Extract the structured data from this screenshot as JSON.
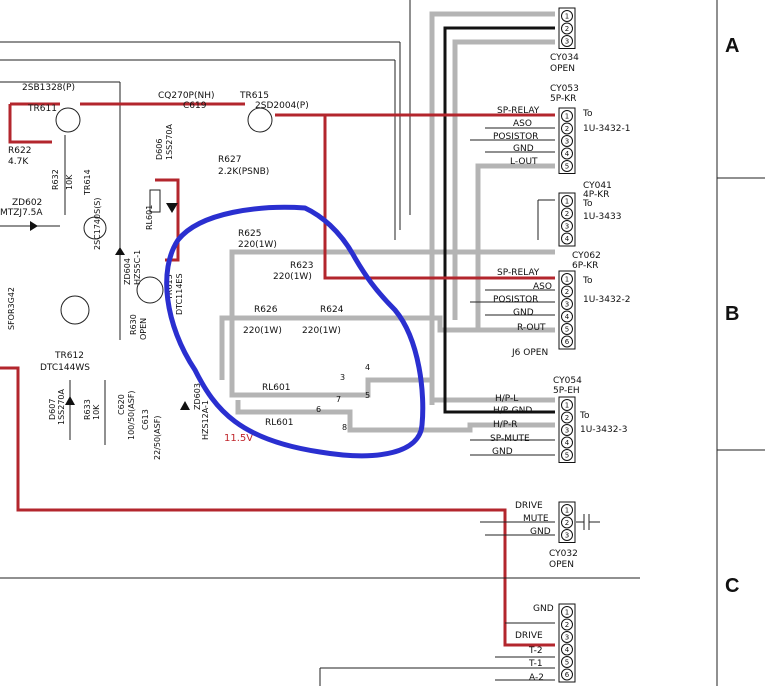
{
  "sections": [
    "A",
    "B",
    "C"
  ],
  "connectors": [
    {
      "id": "cy034",
      "name": "CY034",
      "type": "OPEN",
      "to": "",
      "pins": [
        "1",
        "2",
        "3"
      ]
    },
    {
      "id": "cy053",
      "name": "CY053",
      "type": "5P-KR",
      "to": "1U-3432-1",
      "pins": [
        "1",
        "2",
        "3",
        "4",
        "5"
      ],
      "signals": [
        "SP-RELAY",
        "ASO",
        "POSISTOR",
        "GND",
        "L-OUT"
      ]
    },
    {
      "id": "cy041",
      "name": "CY041",
      "type": "4P-KR",
      "to": "1U-3433",
      "pins": [
        "1",
        "2",
        "3",
        "4"
      ]
    },
    {
      "id": "cy062",
      "name": "CY062",
      "type": "6P-KR",
      "to": "1U-3432-2",
      "pins": [
        "1",
        "2",
        "3",
        "4",
        "5",
        "6"
      ],
      "signals": [
        "SP-RELAY",
        "ASO",
        "POSISTOR",
        "GND",
        "R-OUT"
      ],
      "extra": "J6 OPEN"
    },
    {
      "id": "cy054",
      "name": "CY054",
      "type": "5P-EH",
      "to": "1U-3432-3",
      "pins": [
        "1",
        "2",
        "3",
        "4",
        "5"
      ],
      "signals": [
        "H/P-L",
        "H/P-GND",
        "H/P-R",
        "SP-MUTE",
        "GND"
      ]
    },
    {
      "id": "cy032",
      "name": "CY032",
      "type": "OPEN",
      "to": "",
      "pins": [
        "1",
        "2",
        "3"
      ],
      "signals": [
        "DRIVE",
        "MUTE",
        "GND"
      ]
    },
    {
      "id": "cyc",
      "pins": [
        "1",
        "2",
        "3",
        "4",
        "5",
        "6"
      ],
      "signals": [
        "GND",
        "DRIVE",
        "T-2",
        "T-1",
        "A-2"
      ]
    }
  ],
  "components": {
    "tr611": "2SB1328(P)",
    "tr611_id": "TR611",
    "r622": "R622",
    "r622_val": "4.7K",
    "r632": "R632",
    "r632_val": "10K",
    "zd602": "ZD602",
    "zd602_val": "MTZJ7.5A",
    "tr614": "TR614",
    "tr614_val": "2SC1740S(S)",
    "sfor": "SFOR3G42",
    "tr612": "TR612",
    "tr612_val": "DTC144WS",
    "d607": "D607",
    "d607_val": "1SS270A",
    "r633": "R633",
    "r633_val": "10K",
    "c620": "C620",
    "c620_val": "100/50(ASF)",
    "c613": "C613",
    "c613_val": "22/50(ASF)",
    "r630": "R630",
    "r630_val": "OPEN",
    "zd604": "ZD604",
    "zd604_val": "HZS5C-1",
    "rl601": "RL601",
    "tr613": "TR613",
    "tr613_val": "DTC114ES",
    "zd603": "ZD603",
    "zd603_val": "HZS12A-1",
    "c619_type": "CQ270P(NH)",
    "c619": "C619",
    "d606": "D606",
    "d606_val": "1SS270A",
    "tr615": "TR615",
    "tr615_val": "2SD2004(P)",
    "r627": "R627",
    "r627_val": "2.2K(PSNB)",
    "r625": "R625",
    "r625_val": "220(1W)",
    "r623": "R623",
    "r623_val": "220(1W)",
    "r626": "R626",
    "r626_val": "220(1W)",
    "r624": "R624",
    "r624_val": "220(1W)",
    "relay_a": "RL601",
    "relay_b": "RL601",
    "contact_3": "3",
    "contact_4": "4",
    "contact_5": "5",
    "contact_6": "6",
    "contact_7": "7",
    "contact_8": "8",
    "voltage": "11.5V"
  },
  "to_label": "To",
  "colors": {
    "red_trace": "#b3262d",
    "gray_trace": "#b4b4b4",
    "blue_annotation": "#2a2fd0"
  }
}
